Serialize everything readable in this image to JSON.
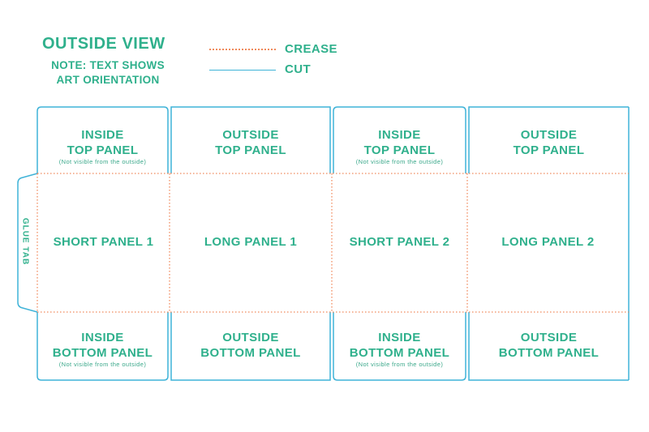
{
  "header": {
    "title": "OUTSIDE VIEW",
    "note_line1": "NOTE: TEXT SHOWS",
    "note_line2": "ART ORIENTATION"
  },
  "legend": {
    "crease_label": "CREASE",
    "cut_label": "CUT"
  },
  "colors": {
    "text": "#2fb08c",
    "cut": "#3fb3d8",
    "crease": "#f08a5d"
  },
  "panels": {
    "top": [
      {
        "line1": "INSIDE",
        "line2": "TOP PANEL",
        "sub": "(Not visible from the outside)"
      },
      {
        "line1": "OUTSIDE",
        "line2": "TOP PANEL",
        "sub": ""
      },
      {
        "line1": "INSIDE",
        "line2": "TOP PANEL",
        "sub": "(Not visible from the outside)"
      },
      {
        "line1": "OUTSIDE",
        "line2": "TOP PANEL",
        "sub": ""
      }
    ],
    "middle": [
      {
        "label": "SHORT PANEL 1"
      },
      {
        "label": "LONG PANEL 1"
      },
      {
        "label": "SHORT PANEL 2"
      },
      {
        "label": "LONG PANEL 2"
      }
    ],
    "bottom": [
      {
        "line1": "INSIDE",
        "line2": "BOTTOM PANEL",
        "sub": "(Not visible from the outside)"
      },
      {
        "line1": "OUTSIDE",
        "line2": "BOTTOM PANEL",
        "sub": ""
      },
      {
        "line1": "INSIDE",
        "line2": "BOTTOM PANEL",
        "sub": "(Not visible from the outside)"
      },
      {
        "line1": "OUTSIDE",
        "line2": "BOTTOM PANEL",
        "sub": ""
      }
    ],
    "glue_tab": "GLUE TAB"
  }
}
